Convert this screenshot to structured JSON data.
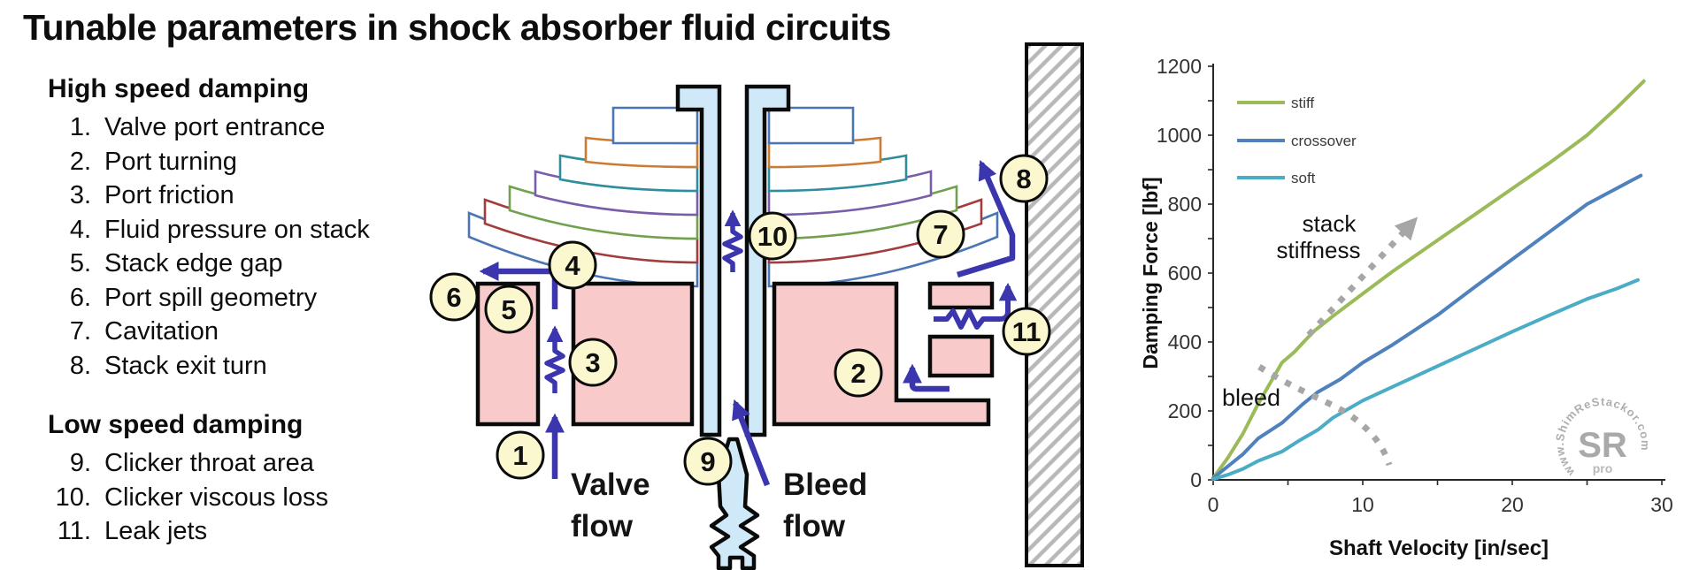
{
  "title": "Tunable parameters in shock absorber fluid circuits",
  "lists": {
    "high_speed": {
      "header": "High speed damping",
      "numbers": [
        "1.",
        "2.",
        "3.",
        "4.",
        "5.",
        "6.",
        "7.",
        "8."
      ],
      "items": [
        "Valve port entrance",
        "Port turning",
        "Port friction",
        "Fluid pressure on stack",
        "Stack edge gap",
        "Port spill geometry",
        "Cavitation",
        "Stack exit turn"
      ]
    },
    "low_speed": {
      "header": "Low speed damping",
      "numbers": [
        "9.",
        "10.",
        "11."
      ],
      "items": [
        "Clicker throat area",
        "Clicker viscous loss",
        "Leak jets"
      ]
    }
  },
  "diagram": {
    "badges": [
      "1",
      "2",
      "3",
      "4",
      "5",
      "6",
      "7",
      "8",
      "9",
      "10",
      "11"
    ],
    "valve_flow": {
      "line1": "Valve",
      "line2": "flow"
    },
    "bleed_flow": {
      "line1": "Bleed",
      "line2": "flow"
    },
    "colors": {
      "arrow_blue": "#3b36ae",
      "valve_body_pink": "#f9caca",
      "rod_light_blue": "#cfe9f9",
      "badge_fill": "#fbf8cf",
      "hatch_gray": "#b8b8b8",
      "shim_outlines": [
        "#4a77b4",
        "#ce7b32",
        "#2f8e9e",
        "#7a5da9",
        "#71a04f",
        "#a33c3c",
        "#4a77b4"
      ]
    }
  },
  "chart_data": {
    "type": "line",
    "title": "",
    "xlabel": "Shaft Velocity [in/sec]",
    "ylabel": "Damping Force [lbf]",
    "xlim": [
      0,
      30
    ],
    "ylim": [
      0,
      1200
    ],
    "xticks": [
      0,
      10,
      20,
      30
    ],
    "yticks": [
      0,
      200,
      400,
      600,
      800,
      1000,
      1200
    ],
    "grid": false,
    "legend_position": "top-left",
    "series": [
      {
        "name": "stiff",
        "color": "#9bbb59",
        "points": [
          [
            0,
            5
          ],
          [
            1,
            65
          ],
          [
            2,
            135
          ],
          [
            3,
            220
          ],
          [
            4,
            295
          ],
          [
            4.6,
            340
          ],
          [
            5.4,
            370
          ],
          [
            6.7,
            430
          ],
          [
            8,
            475
          ],
          [
            10,
            540
          ],
          [
            12,
            605
          ],
          [
            15,
            695
          ],
          [
            17.5,
            770
          ],
          [
            20,
            845
          ],
          [
            22.5,
            920
          ],
          [
            25,
            1000
          ],
          [
            27,
            1080
          ],
          [
            28.8,
            1157
          ]
        ]
      },
      {
        "name": "crossover",
        "color": "#4f81bd",
        "points": [
          [
            0,
            5
          ],
          [
            1,
            40
          ],
          [
            2,
            75
          ],
          [
            3,
            120
          ],
          [
            4.6,
            165
          ],
          [
            6,
            220
          ],
          [
            7,
            255
          ],
          [
            8.5,
            292
          ],
          [
            10,
            340
          ],
          [
            12,
            392
          ],
          [
            15,
            478
          ],
          [
            17.5,
            560
          ],
          [
            20,
            640
          ],
          [
            22.5,
            720
          ],
          [
            25,
            800
          ],
          [
            28.6,
            883
          ]
        ]
      },
      {
        "name": "soft",
        "color": "#4bacc6",
        "points": [
          [
            0,
            2
          ],
          [
            1,
            15
          ],
          [
            2,
            32
          ],
          [
            3,
            55
          ],
          [
            4.6,
            82
          ],
          [
            5.8,
            115
          ],
          [
            7,
            145
          ],
          [
            8,
            180
          ],
          [
            10,
            230
          ],
          [
            12,
            270
          ],
          [
            13,
            290
          ],
          [
            15,
            330
          ],
          [
            17.5,
            380
          ],
          [
            20,
            430
          ],
          [
            22.5,
            478
          ],
          [
            25,
            525
          ],
          [
            27,
            555
          ],
          [
            28.4,
            580
          ]
        ]
      }
    ],
    "annotations": {
      "stack_stiffness": {
        "line1": "stack",
        "line2": "stiffness"
      },
      "bleed": {
        "text": "bleed"
      }
    },
    "watermark": {
      "circle_text": "www.ShimReStackor.com",
      "center": "SR",
      "sub": "pro"
    }
  }
}
